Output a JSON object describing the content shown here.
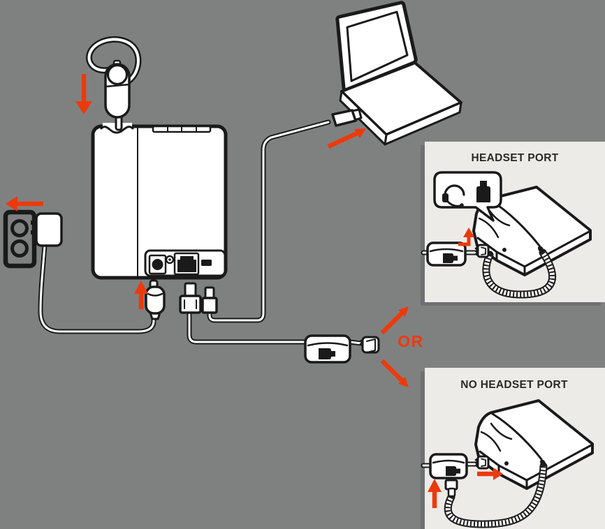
{
  "diagram": {
    "or_label": "OR",
    "panels": {
      "headset_port": {
        "title": "HEADSET PORT"
      },
      "no_headset_port": {
        "title": "NO HEADSET PORT"
      }
    }
  },
  "colors": {
    "background": "#7f8181",
    "panel": "#ecebe8",
    "panel_shadow": "#6e7071",
    "ink": "#1a1a1a",
    "paper": "#ffffff",
    "accent": "#ec3a0c",
    "title": "#292925"
  },
  "icons": {
    "headset_icon": "headset-with-mic glyph inside speech bubble",
    "phone_jack_icon": "black RJ telephone plug silhouette",
    "arrow_icons": "solid red directional arrows (down, left, up, up-right, down-right, right, bent-up)"
  }
}
